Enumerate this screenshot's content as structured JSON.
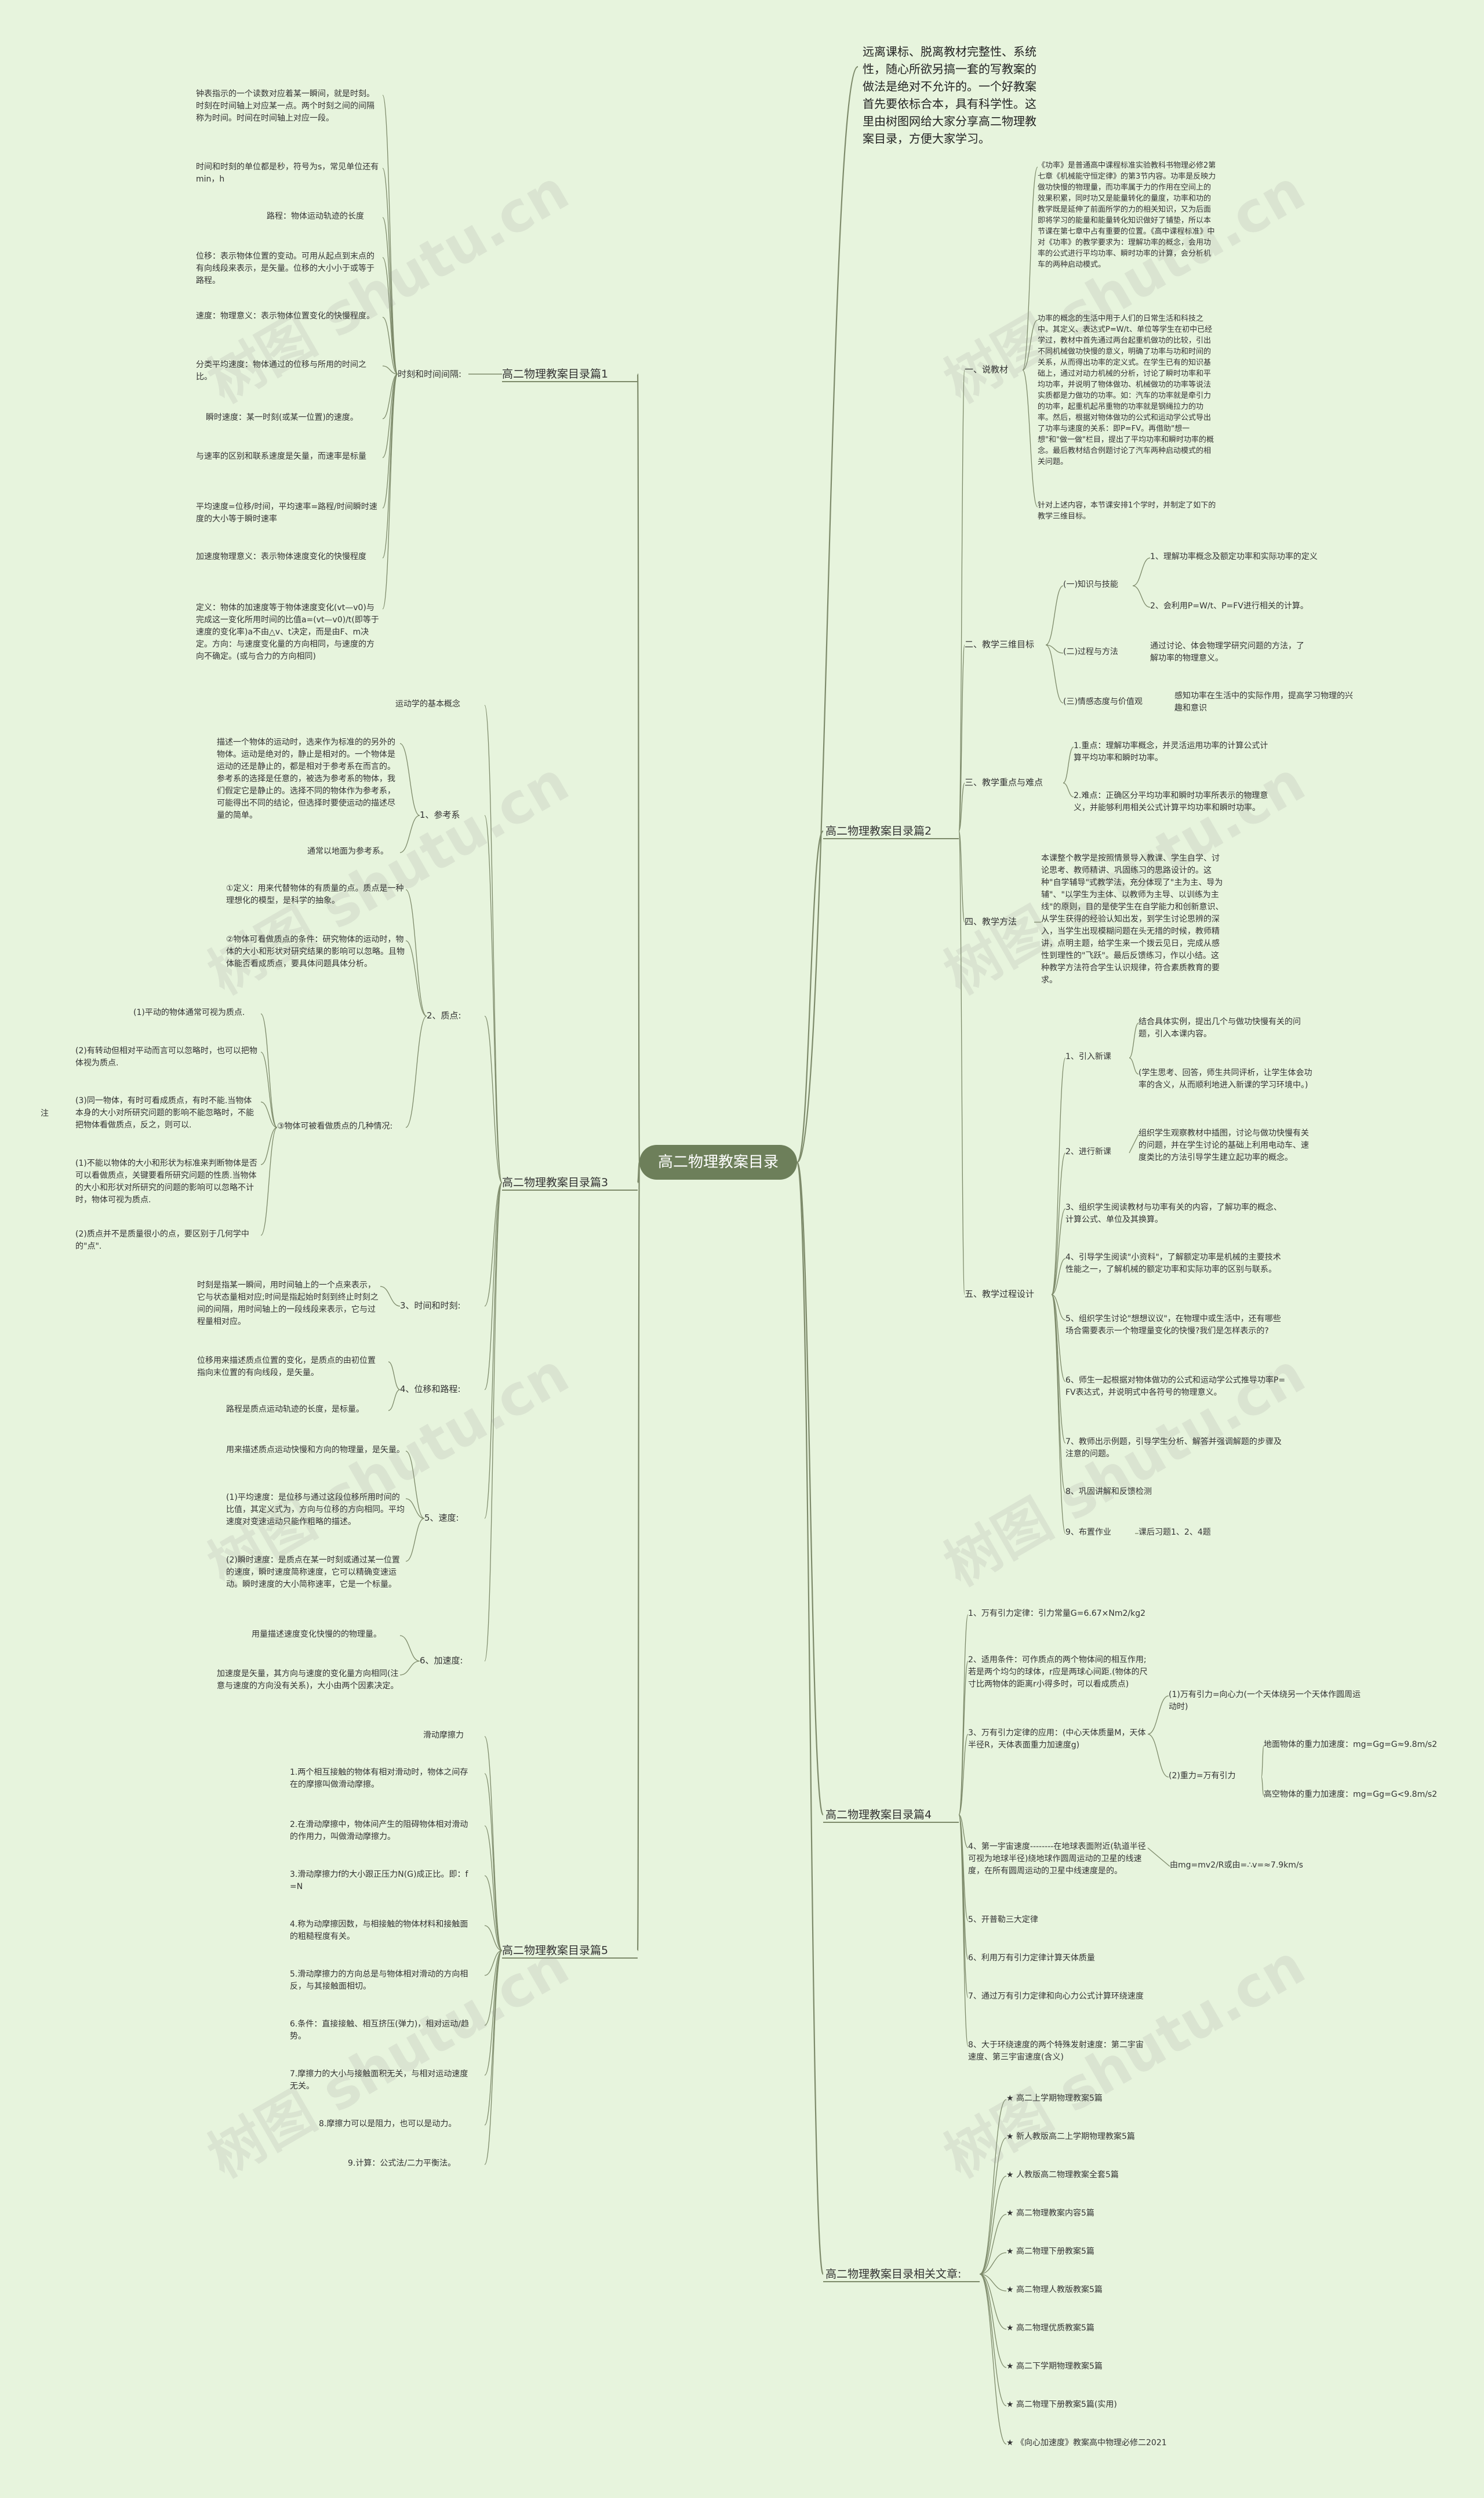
{
  "watermarks": [
    "树图 shutu.cn",
    "树图 shutu.cn",
    "树图 shutu.cn",
    "树图 shutu.cn",
    "树图 shutu.cn",
    "树图 shutu.cn",
    "树图 shutu.cn",
    "树图 shutu.cn"
  ],
  "root": "高二物理教案目录",
  "intro": "远离课标、脱离教材完整性、系统性，随心所欲另搞一套的写教案的做法是绝对不允许的。一个好教案首先要依标合本，具有科学性。这里由树图网给大家分享高二物理教案目录，方便大家学习。",
  "b1": {
    "title": "高二物理教案目录篇1",
    "sub": "时刻和时间间隔:",
    "items": [
      "钟表指示的一个读数对应着某一瞬间，就是时刻。时刻在时间轴上对应某一点。两个时刻之间的间隔称为时间。时间在时间轴上对应一段。",
      "时间和时刻的单位都是秒，符号为s，常见单位还有min，h",
      "路程：物体运动轨迹的长度",
      "位移：表示物体位置的变动。可用从起点到末点的有向线段来表示，是矢量。位移的大小小于或等于路程。",
      "速度：物理意义：表示物体位置变化的快慢程度。",
      "分类平均速度：物体通过的位移与所用的时间之比。",
      "瞬时速度：某一时刻(或某一位置)的速度。",
      "与速率的区别和联系速度是矢量，而速率是标量",
      "平均速度=位移/时间，平均速率=路程/时间瞬时速度的大小等于瞬时速率",
      "加速度物理意义：表示物体速度变化的快慢程度",
      "定义：物体的加速度等于物体速度变化(vt—v0)与完成这一变化所用时间的比值a=(vt—v0)/t(即等于速度的变化率)a不由△v、t决定，而是由F、m决定。方向：与速度变化量的方向相同，与速度的方向不确定。(或与合力的方向相同)"
    ]
  },
  "b2": {
    "title": "高二物理教案目录篇2",
    "s1": {
      "label": "一、说教材",
      "paras": [
        "《功率》是普通高中课程标准实验教科书物理必修2第七章《机械能守恒定律》的第3节内容。功率是反映力做功快慢的物理量，而功率属于力的作用在空间上的效果积累，同时功又是能量转化的量度，功率和功的教学既是延伸了前面所学的力的相关知识，又为后面即将学习的能量和能量转化知识做好了铺垫，所以本节课在第七章中占有重要的位置。《高中课程标准》中对《功率》的教学要求为：理解功率的概念，会用功率的公式进行平均功率、瞬时功率的计算，会分析机车的两种启动模式。",
        "功率的概念的生活中用于人们的日常生活和科技之中。其定义、表达式P=W/t、单位等学生在初中已经学过，教材中首先通过两台起重机做功的比较，引出不同机械做功快慢的意义，明确了功率与功和时间的关系，从而得出功率的定义式。在学生已有的知识基础上，通过对动力机械的分析，讨论了瞬时功率和平均功率，并说明了物体做功、机械做功的功率等说法实质都是力做功的功率。如：汽车的功率就是牵引力的功率，起重机起吊重物的功率就是钢绳拉力的功率。然后，根据对物体做功的公式和运动学公式导出了功率与速度的关系：即P=FV。再借助\"想一想\"和\"做一做\"栏目，提出了平均功率和瞬时功率的概念。最后教材结合例题讨论了汽车两种启动模式的相关问题。",
        "针对上述内容，本节课安排1个学时，并制定了如下的教学三维目标。"
      ]
    },
    "s2": {
      "label": "二、教学三维目标",
      "g1": {
        "label": "(一)知识与技能",
        "items": [
          "1、理解功率概念及额定功率和实际功率的定义",
          "2、会利用P=W/t、P=FV进行相关的计算。"
        ]
      },
      "g2": {
        "label": "(二)过程与方法",
        "text": "通过讨论、体会物理学研究问题的方法，了解功率的物理意义。"
      },
      "g3": {
        "label": "(三)情感态度与价值观",
        "text": "感知功率在生活中的实际作用，提高学习物理的兴趣和意识"
      }
    },
    "s3": {
      "label": "三、教学重点与难点",
      "items": [
        "1.重点：理解功率概念，并灵活运用功率的计算公式计算平均功率和瞬时功率。",
        "2.难点：正确区分平均功率和瞬时功率所表示的物理意义，并能够利用相关公式计算平均功率和瞬时功率。"
      ]
    },
    "s4": {
      "label": "四、教学方法",
      "text": "本课整个教学是按照情景导入教课、学生自学、讨论思考、教师精讲、巩固练习的思路设计的。这种\"自学辅导\"式教学法，充分体现了\"主为主、导为辅\"、\"以学生为主体、以教师为主导、以训练为主线\"的原则，目的是使学生在自学能力和创新意识、从学生获得的经验认知出发，到学生讨论思辨的深入，当学生出现模糊问题在头无措的时候，教师精讲，点明主题，给学生来一个拨云见日，完成从感性到理性的\"飞跃\"。最后反馈练习，作以小结。这种教学方法符合学生认识规律，符合素质教育的要求。"
    },
    "s5": {
      "label": "五、教学过程设计",
      "steps": [
        {
          "label": "1、引入新课",
          "items": [
            "结合具体实例，提出几个与做功快慢有关的问题，引入本课内容。",
            "(学生思考、回答，师生共同评析，让学生体会功率的含义，从而顺利地进入新课的学习环境中。)"
          ]
        },
        {
          "label": "2、进行新课",
          "items": [
            "组织学生观察教材中插图，讨论与做功快慢有关的问题，并在学生讨论的基础上利用电动车、速度类比的方法引导学生建立起功率的概念。"
          ]
        }
      ],
      "more": [
        "3、组织学生阅读教材与功率有关的内容，了解功率的概念、计算公式、单位及其换算。",
        "4、引导学生阅读\"小资料\"，了解额定功率是机械的主要技术性能之一，了解机械的额定功率和实际功率的区别与联系。",
        "5、组织学生讨论\"想想议议\"，在物理中或生活中，还有哪些场合需要表示一个物理量变化的快慢?我们是怎样表示的?",
        "6、师生一起根据对物体做功的公式和运动学公式推导功率P=FV表达式，并说明式中各符号的物理意义。",
        "7、教师出示例题，引导学生分析、解答并强调解题的步骤及注意的问题。",
        "8、巩固讲解和反馈检测",
        "9、布置作业"
      ],
      "homework": "课后习题1、2、4题"
    }
  },
  "b3": {
    "title": "高二物理教案目录篇3",
    "top": "运动学的基本概念",
    "ref": {
      "label": "1、参考系",
      "items": [
        "描述一个物体的运动时，选来作为标准的的另外的物体。运动是绝对的，静止是相对的。一个物体是运动的还是静止的，都是相对于参考系在而言的。参考系的选择是任意的，被选为参考系的物体，我们假定它是静止的。选择不同的物体作为参考系，可能得出不同的结论，但选择时要使运动的描述尽量的简单。",
        "通常以地面为参考系。"
      ]
    },
    "mp": {
      "label": "2、质点:",
      "items": [
        "①定义：用来代替物体的有质量的点。质点是一种理想化的模型，是科学的抽象。",
        "②物体可看做质点的条件：研究物体的运动时，物体的大小和形状对研究结果的影响可以忽略。且物体能否看成质点，要具体问题具体分析。",
        "③物体可被看做质点的几种情况:"
      ],
      "cases": [
        "(1)平动的物体通常可视为质点.",
        "(2)有转动但相对平动而言可以忽略时，也可以把物体视为质点.",
        "(3)同一物体，有时可看成质点，有时不能.当物体本身的大小对所研究问题的影响不能忽略时，不能把物体看做质点，反之，则可以.",
        "(1)不能以物体的大小和形状为标准来判断物体是否可以看做质点，关键要看所研究问题的性质.当物体的大小和形状对所研究的问题的影响可以忽略不计时，物体可视为质点.",
        "(2)质点并不是质量很小的点，要区别于几何学中的\"点\"."
      ],
      "note": "注"
    },
    "tm": {
      "label": "3、时间和时刻:",
      "text": "时刻是指某一瞬间，用时间轴上的一个点来表示，它与状态量相对应;时间是指起始时刻到终止时刻之间的间隔，用时间轴上的一段线段来表示，它与过程量相对应。"
    },
    "disp": {
      "label": "4、位移和路程:",
      "items": [
        "位移用来描述质点位置的变化，是质点的由初位置指向末位置的有向线段，是矢量。",
        "路程是质点运动轨迹的长度，是标量。"
      ]
    },
    "vel": {
      "label": "5、速度:",
      "items": [
        "用来描述质点运动快慢和方向的物理量，是矢量。",
        "(1)平均速度：是位移与通过这段位移所用时间的比值，其定义式为，方向与位移的方向相同。平均速度对变速运动只能作粗略的描述。",
        "(2)瞬时速度：是质点在某一时刻或通过某一位置的速度，瞬时速度简称速度，它可以精确变速运动。瞬时速度的大小简称速率，它是一个标量。"
      ]
    },
    "acc": {
      "label": "6、加速度:",
      "items": [
        "用量描述速度变化快慢的的物理量。",
        "加速度是矢量，其方向与速度的变化量方向相同(注意与速度的方向没有关系)，大小由两个因素决定。"
      ]
    }
  },
  "b4": {
    "title": "高二物理教案目录篇4",
    "items": [
      "1、万有引力定律：引力常量G=6.67×Nm2/kg2",
      "2、适用条件：可作质点的两个物体间的相互作用;若是两个均匀的球体，r应是两球心间距.(物体的尺寸比两物体的距离r小得多时，可以看成质点)",
      "3、万有引力定律的应用：(中心天体质量M，天体半径R，天体表面重力加速度g)",
      "4、第一宇宙速度--------在地球表面附近(轨道半径可视为地球半径)绕地球作圆周运动的卫星的线速度，在所有圆周运动的卫星中线速度是的。",
      "5、开普勒三大定律",
      "6、利用万有引力定律计算天体质量",
      "7、通过万有引力定律和向心力公式计算环绕速度",
      "8、大于环绕速度的两个特殊发射速度：第二宇宙速度、第三宇宙速度(含义)"
    ],
    "app": [
      "(1)万有引力=向心力(一个天体绕另一个天体作圆周运动时)",
      "(2)重力=万有引力"
    ],
    "gravity": [
      "地面物体的重力加速度：mg=Gg=G≈9.8m/s2",
      "高空物体的重力加速度：mg=Gg=G<9.8m/s2"
    ],
    "v1": "由mg=mv2/R或由=∴v=≈7.9km/s"
  },
  "b5": {
    "title": "高二物理教案目录篇5",
    "top": "滑动摩擦力",
    "items": [
      "1.两个相互接触的物体有相对滑动时，物体之间存在的摩擦叫做滑动摩擦。",
      "2.在滑动摩擦中，物体间产生的阻碍物体相对滑动的作用力，叫做滑动摩擦力。",
      "3.滑动摩擦力f的大小跟正压力N(G)成正比。即：f=N",
      "4.称为动摩擦因数，与相接触的物体材料和接触面的粗糙程度有关。",
      "5.滑动摩擦力的方向总是与物体相对滑动的方向相反，与其接触面相切。",
      "6.条件：直接接触、相互挤压(弹力)，相对运动/趋势。",
      "7.摩擦力的大小与接触面积无关，与相对运动速度无关。",
      "8.摩擦力可以是阻力，也可以是动力。",
      "9.计算：公式法/二力平衡法。"
    ]
  },
  "b6": {
    "title": "高二物理教案目录相关文章:",
    "items": [
      "★ 高二上学期物理教案5篇",
      "★ 新人教版高二上学期物理教案5篇",
      "★ 人教版高二物理教案全套5篇",
      "★ 高二物理教案内容5篇",
      "★ 高二物理下册教案5篇",
      "★ 高二物理人教版教案5篇",
      "★ 高二物理优质教案5篇",
      "★ 高二下学期物理教案5篇",
      "★ 高二物理下册教案5篇(实用)",
      "★ 《向心加速度》教案高中物理必修二2021"
    ]
  }
}
